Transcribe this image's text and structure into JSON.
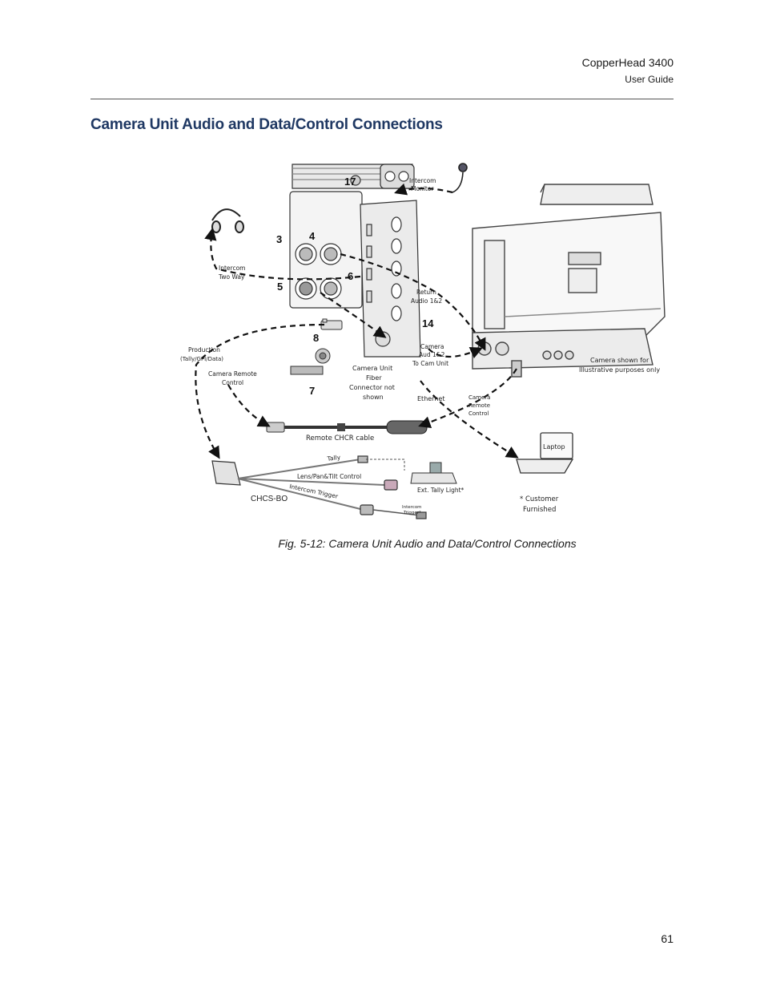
{
  "header": {
    "product": "CopperHead 3400",
    "doc_type": "User Guide"
  },
  "section": {
    "title": "Camera Unit Audio and Data/Control Connections"
  },
  "figure": {
    "caption": "Fig. 5-12: Camera Unit Audio and Data/Control Connections",
    "numbers": {
      "n17": "17",
      "n3": "3",
      "n4": "4",
      "n5": "5",
      "n6": "6",
      "n14": "14",
      "n8": "8",
      "n7": "7"
    },
    "labels": {
      "intercom_monitor_1": "Intercom",
      "intercom_monitor_2": "Monitor",
      "intercom_twoway_1": "Intercom",
      "intercom_twoway_2": "Two Way",
      "return_audio_1": "Return",
      "return_audio_2": "Audio 1&2",
      "production_1": "Production",
      "production_2": "(Tally/GPI/Data)",
      "camera_remote_control_left_1": "Camera Remote",
      "camera_remote_control_left_2": "Control",
      "camera_aud_1": "Camera",
      "camera_aud_2": "Aud 1&2",
      "camera_aud_3": "To Cam Unit",
      "fiber_1": "Camera Unit",
      "fiber_2": "Fiber",
      "fiber_3": "Connector not",
      "fiber_4": "shown",
      "ethernet": "Ethernet",
      "camera_remote_control_right_1": "Camera",
      "camera_remote_control_right_2": "Remote",
      "camera_remote_control_right_3": "Control",
      "camera_shown_1": "Camera shown for",
      "camera_shown_2": "Illustrative purposes only",
      "remote_chcr_cable": "Remote CHCR cable",
      "laptop": "Laptop",
      "tally": "Tally",
      "lens_pan_tilt": "Lens/Pan&Tilt Control",
      "intercom_trigger": "Intercom Trigger",
      "ext_tally_light": "Ext. Tally Light*",
      "chcs_bo": "CHCS-BO",
      "intercom_trigger_small_1": "Intercom",
      "intercom_trigger_small_2": "Trigger*",
      "customer_furnished_1": "* Customer",
      "customer_furnished_2": "Furnished"
    }
  },
  "page": {
    "number": "61"
  }
}
